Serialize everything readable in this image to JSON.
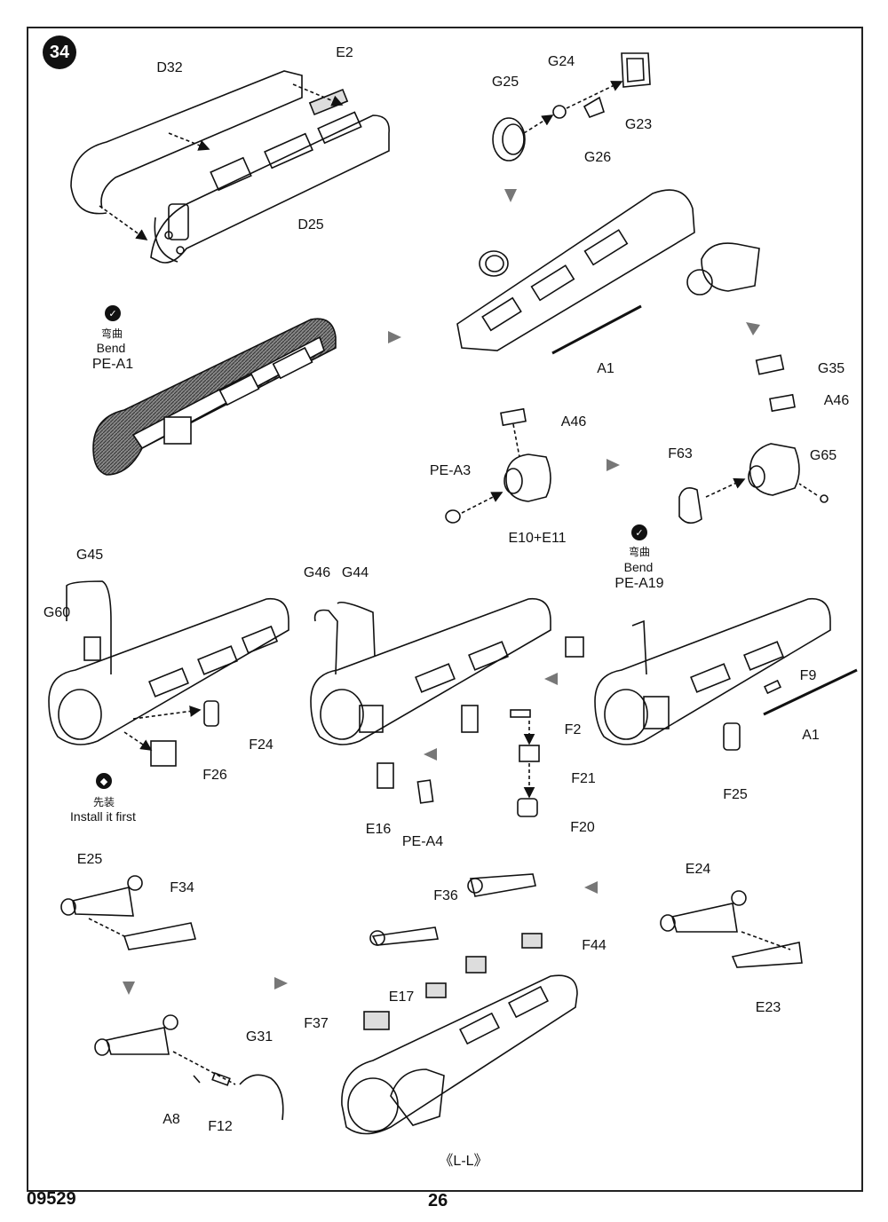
{
  "step": {
    "number": "34"
  },
  "footer": {
    "kit_code": "09529",
    "page_number": "26"
  },
  "view_title": "《L-L》",
  "notes": {
    "bend_cn": "弯曲",
    "bend_en": "Bend",
    "install_first_cn": "先装",
    "install_first_en": "Install it first"
  },
  "parts": {
    "D32": "D32",
    "E2": "E2",
    "D25": "D25",
    "G25": "G25",
    "G24": "G24",
    "G23": "G23",
    "G26": "G26",
    "PE_A1": "PE-A1",
    "A1_top": "A1",
    "G35": "G35",
    "A46_right": "A46",
    "A46_mid": "A46",
    "PE_A3": "PE-A3",
    "E10_E11": "E10+E11",
    "F63": "F63",
    "G65": "G65",
    "G45": "G45",
    "G60": "G60",
    "F24": "F24",
    "F26": "F26",
    "G46": "G46",
    "G44": "G44",
    "F2": "F2",
    "F21": "F21",
    "F20": "F20",
    "E16": "E16",
    "PE_A4": "PE-A4",
    "PE_A19": "PE-A19",
    "F9": "F9",
    "A1_mid": "A1",
    "F25": "F25",
    "E25": "E25",
    "F34": "F34",
    "G31": "G31",
    "A8": "A8",
    "F12": "F12",
    "F36": "F36",
    "F44": "F44",
    "E17": "E17",
    "F37": "F37",
    "E24": "E24",
    "E23": "E23"
  }
}
